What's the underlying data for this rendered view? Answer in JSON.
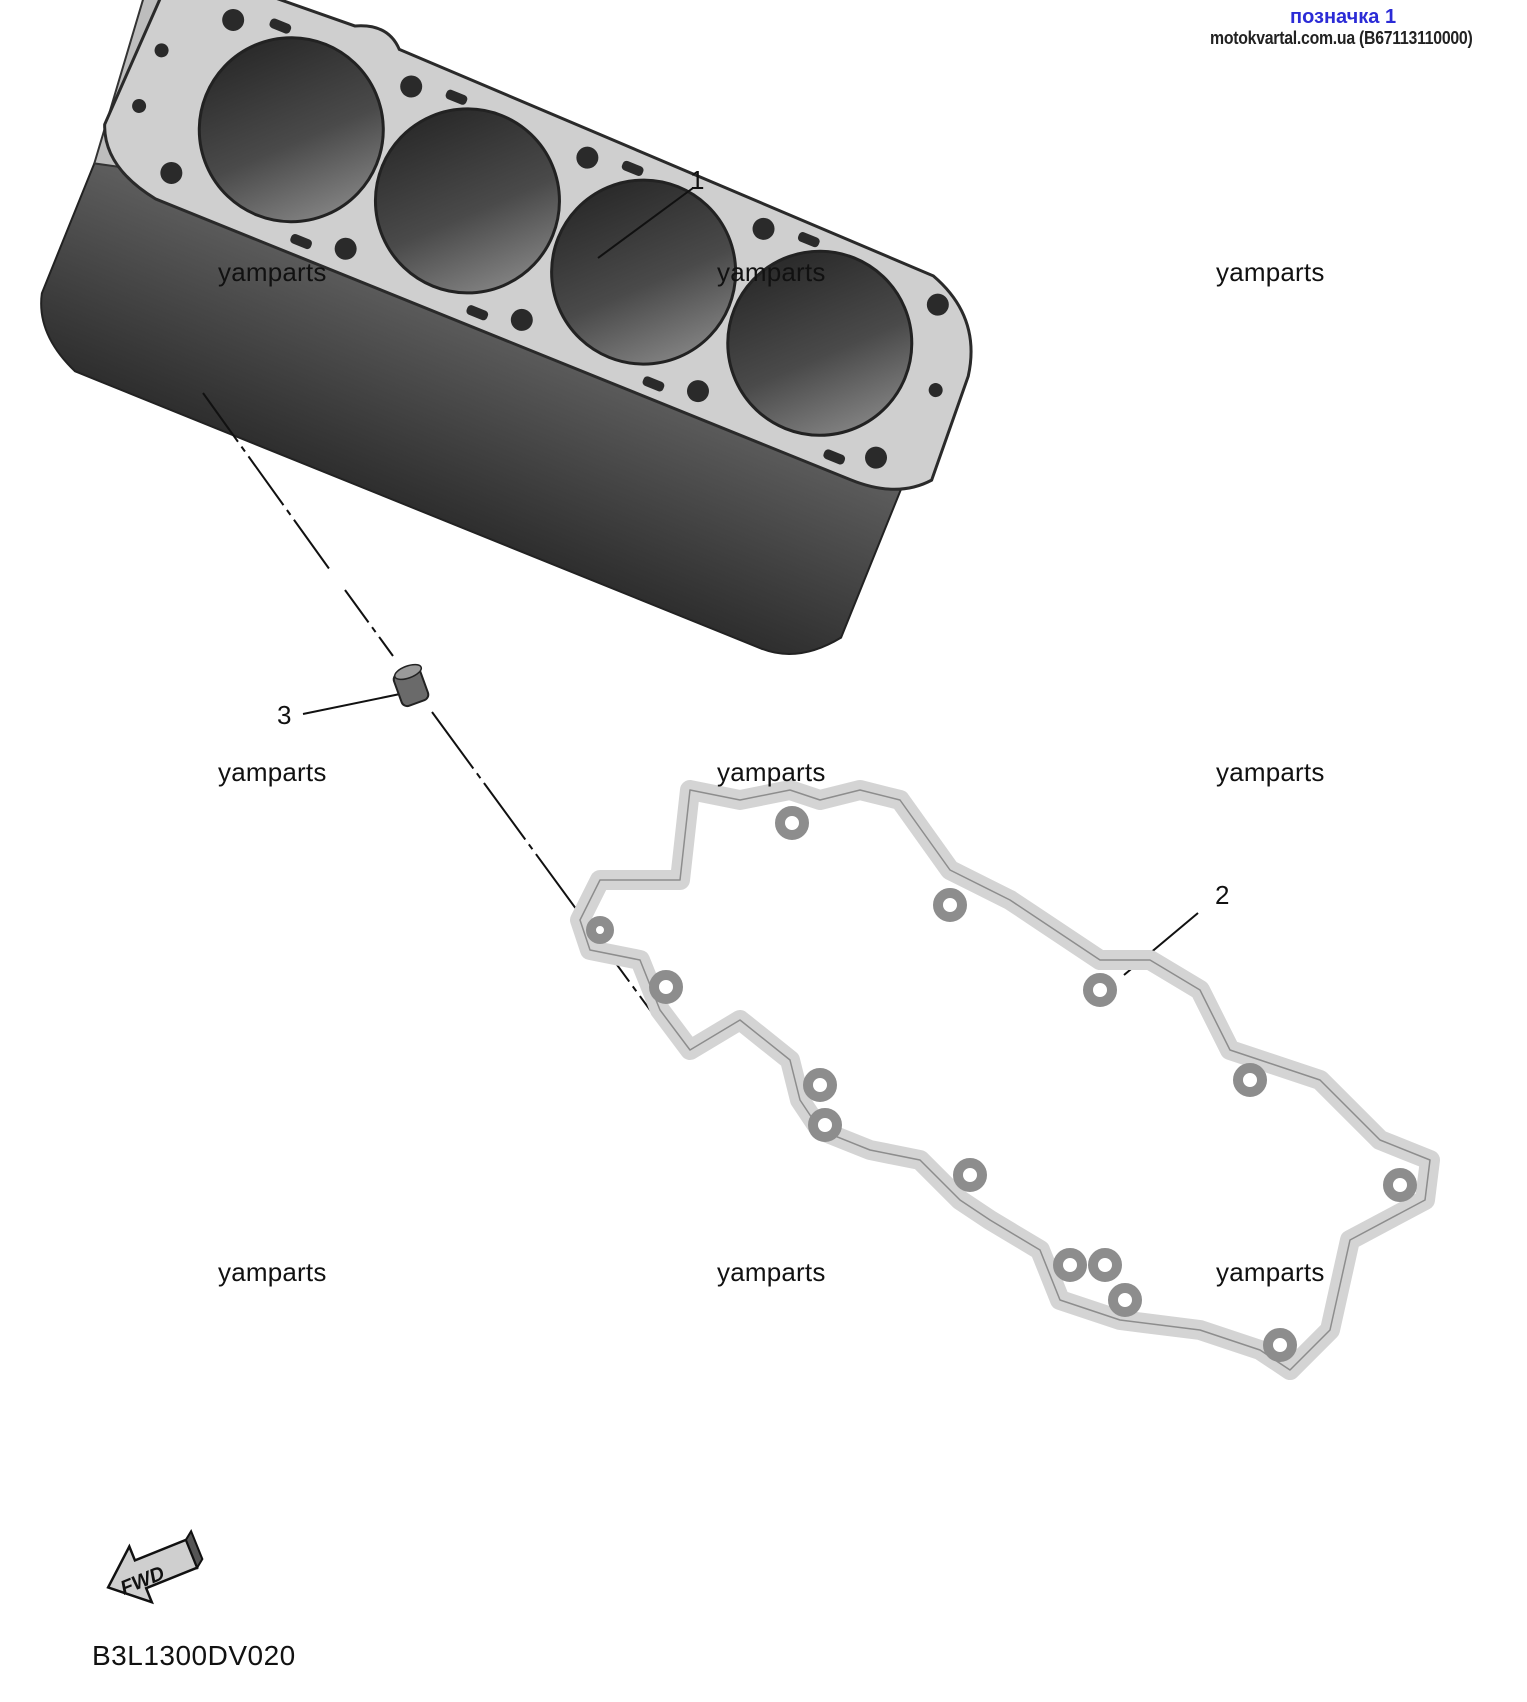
{
  "header": {
    "link_label": "позначка 1",
    "source_text": "motokvartal.com.ua (B67113110000)"
  },
  "watermarks": [
    "yamparts",
    "yamparts",
    "yamparts",
    "yamparts",
    "yamparts",
    "yamparts",
    "yamparts",
    "yamparts",
    "yamparts"
  ],
  "callouts": {
    "c1": "1",
    "c2": "2",
    "c3": "3"
  },
  "fwd_label": "FWD",
  "diagram_code": "B3L1300DV020",
  "colors": {
    "gasket_fill": "#d9d9d9",
    "gasket_stroke": "#8a8a8a",
    "bore": "#3a3a3a",
    "link": "#2b2bd6"
  }
}
